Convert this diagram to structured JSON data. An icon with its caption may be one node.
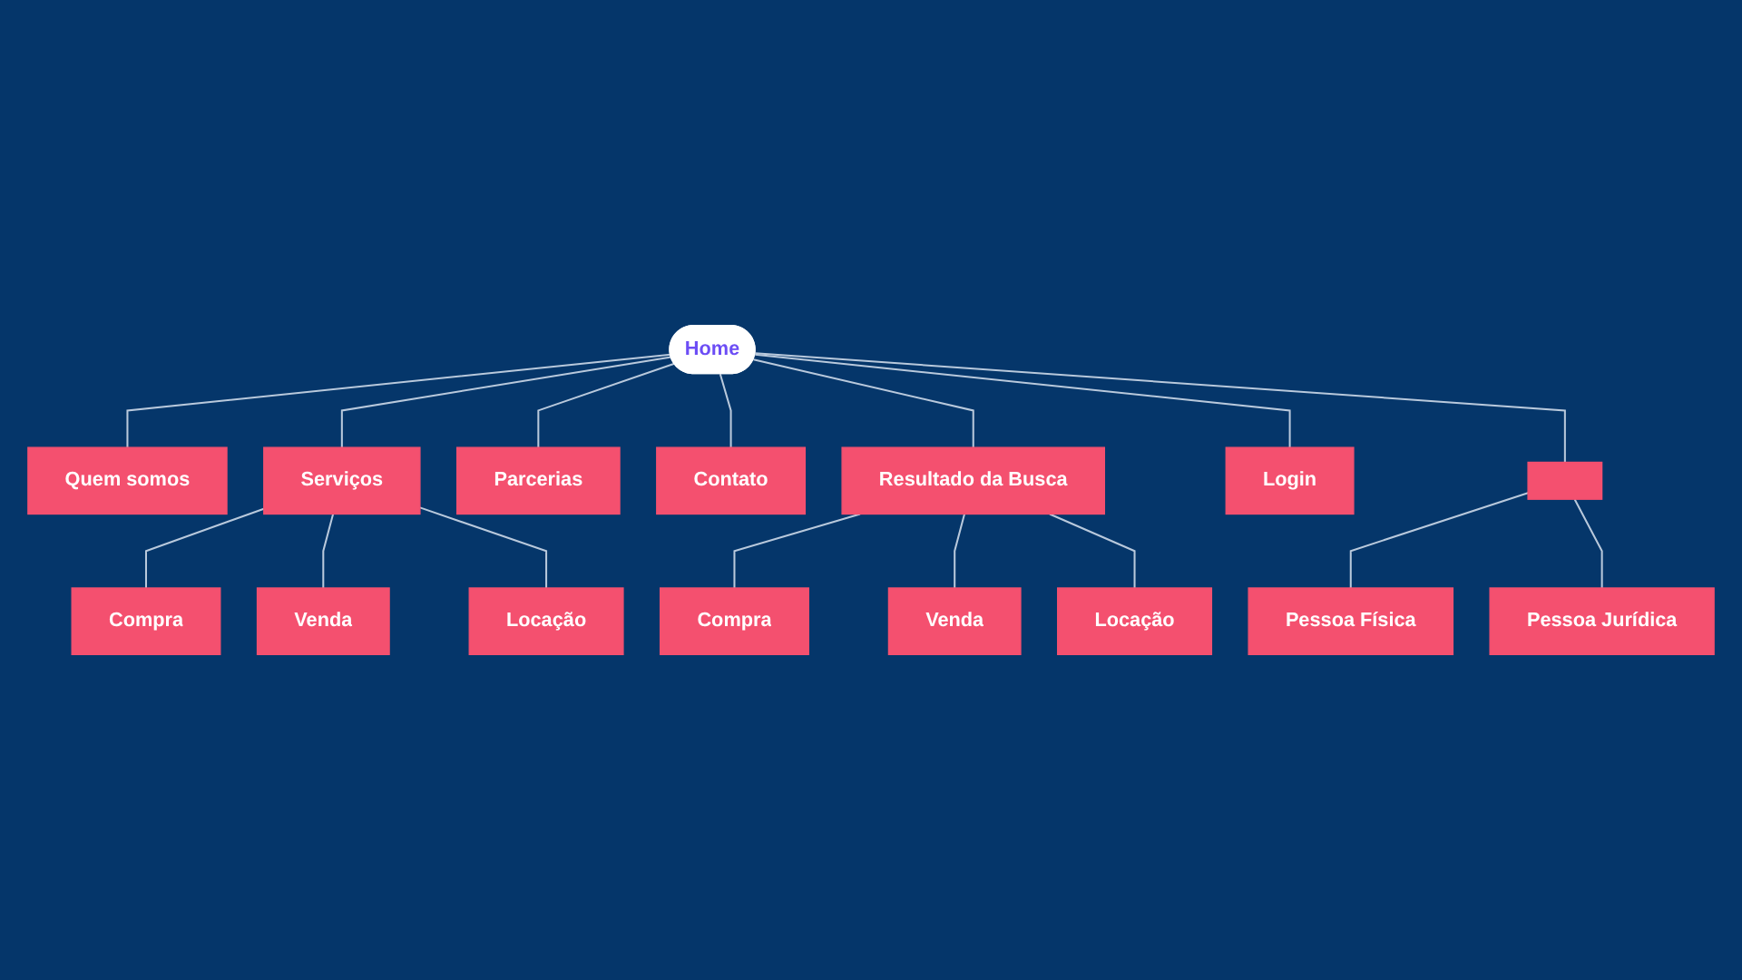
{
  "diagram": {
    "nodes": [
      {
        "text": [
          "Home"
        ]
      },
      {
        "text": [
          "Quem somos"
        ]
      },
      {
        "text": [
          "Serviços"
        ]
      },
      {
        "text": [
          "Parcerias"
        ]
      },
      {
        "text": [
          "Contato"
        ]
      },
      {
        "text": [
          "Resultado da Busca"
        ]
      },
      {
        "text": [
          "Login"
        ]
      },
      {
        "text": [],
        "shape": "box"
      },
      {
        "text": [
          "Compra"
        ]
      },
      {
        "text": [
          "Venda"
        ]
      },
      {
        "text": [
          "Locação"
        ]
      },
      {
        "text": [
          "Compra"
        ]
      },
      {
        "text": [
          "Venda"
        ]
      },
      {
        "text": [
          "Locação"
        ]
      },
      {
        "text": [
          "Pessoa Física"
        ]
      },
      {
        "text": [
          "Pessoa Jurídica"
        ]
      }
    ],
    "edges": [
      {
        "from": 0,
        "to": 1,
        "arrow": "none"
      },
      {
        "from": 0,
        "to": 2,
        "arrow": "none"
      },
      {
        "from": 0,
        "to": 3,
        "arrow": "none"
      },
      {
        "from": 0,
        "to": 4,
        "arrow": "none"
      },
      {
        "from": 0,
        "to": 5,
        "arrow": "none"
      },
      {
        "from": 0,
        "to": 6,
        "arrow": "none"
      },
      {
        "from": 0,
        "to": 7,
        "arrow": "none"
      },
      {
        "from": 2,
        "to": 8,
        "arrow": "none"
      },
      {
        "from": 2,
        "to": 9,
        "arrow": "none"
      },
      {
        "from": 2,
        "to": 10,
        "arrow": "none"
      },
      {
        "from": 5,
        "to": 11,
        "arrow": "none"
      },
      {
        "from": 5,
        "to": 12,
        "arrow": "none"
      },
      {
        "from": 5,
        "to": 13,
        "arrow": "none"
      },
      {
        "from": 7,
        "to": 14,
        "arrow": "none"
      },
      {
        "from": 7,
        "to": 15,
        "arrow": "none"
      }
    ]
  }
}
